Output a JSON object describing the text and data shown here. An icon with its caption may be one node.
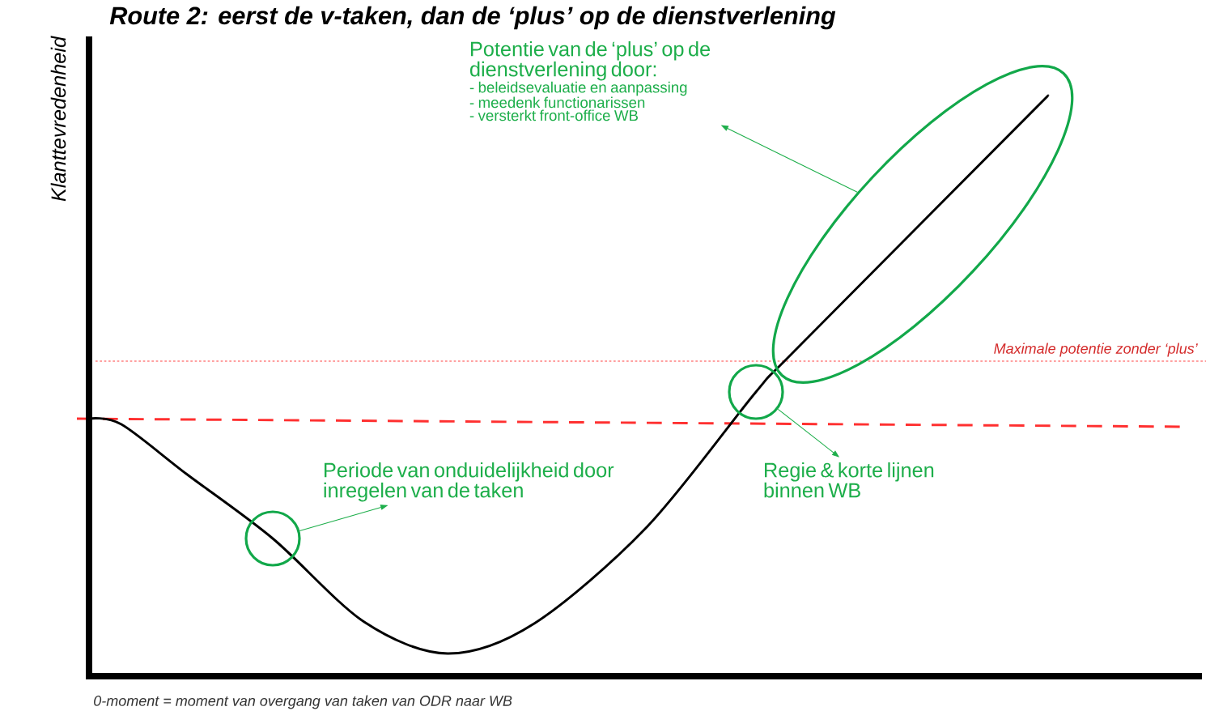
{
  "diagram": {
    "title": "Route 2: eerst de v-taken, dan de ‘plus’ op de dienstverlening",
    "nodes": [
      {
        "text": [
          "Potentie van de ‘plus’ op de dienstverlening door:",
          "- beleidsevaluatie en aanpassing",
          "- meedenk functionarissen",
          "- versterkt front-office WB"
        ]
      },
      {
        "text": [],
        "shape": "ellipse"
      },
      {
        "text": [],
        "shape": "circle"
      },
      {
        "text": [
          "Periode van onduidelijkheid door inregelen van de taken"
        ]
      },
      {
        "text": [
          "Regie & korte lijnen binnen WB"
        ]
      },
      {
        "text": [],
        "shape": "circle"
      }
    ],
    "edges": [
      {
        "from": 1,
        "to": 0,
        "arrow": "to"
      },
      {
        "from": 2,
        "to": 4,
        "arrow": "to"
      },
      {
        "from": 5,
        "to": 3,
        "arrow": "to"
      }
    ],
    "labels": [
      "Klanttevredenheid",
      "Maximale potentie zonder ‘plus’",
      "0-moment = moment van overgang van taken van ODR naar WB"
    ]
  }
}
